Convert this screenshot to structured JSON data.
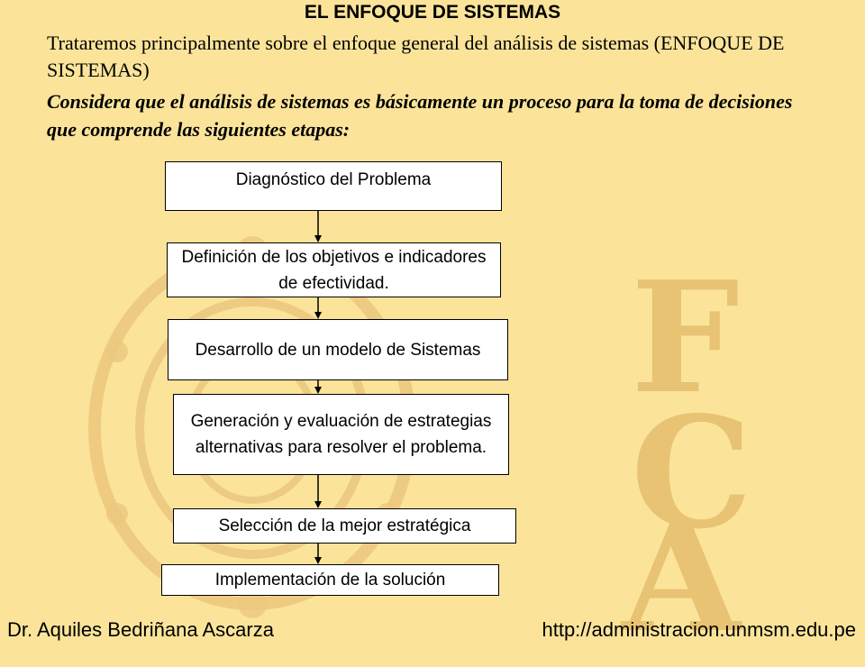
{
  "slide": {
    "title": "EL ENFOQUE DE SISTEMAS",
    "intro": "Trataremos principalmente sobre el enfoque general del análisis de sistemas (ENFOQUE DE SISTEMAS)",
    "lead": "Considera que el análisis de sistemas es básicamente un proceso para la toma de decisiones que comprende las siguientes etapas:"
  },
  "flowchart": {
    "steps": [
      "Diagnóstico del Problema",
      "Definición de los objetivos e indicadores de efectividad.",
      "Desarrollo de un modelo de Sistemas",
      "Generación y evaluación de estrategias alternativas para resolver el problema.",
      "Selección de la mejor estratégica",
      "Implementación de la solución"
    ]
  },
  "watermark": {
    "letters": [
      "F",
      "C",
      "A"
    ],
    "color": "#e8c374"
  },
  "footer": {
    "author": "Dr. Aquiles Bedriñana Ascarza",
    "url": "http://administracion.unmsm.edu.pe"
  },
  "colors": {
    "background": "#fbe49a",
    "box_fill": "#ffffff",
    "line": "#000000"
  }
}
